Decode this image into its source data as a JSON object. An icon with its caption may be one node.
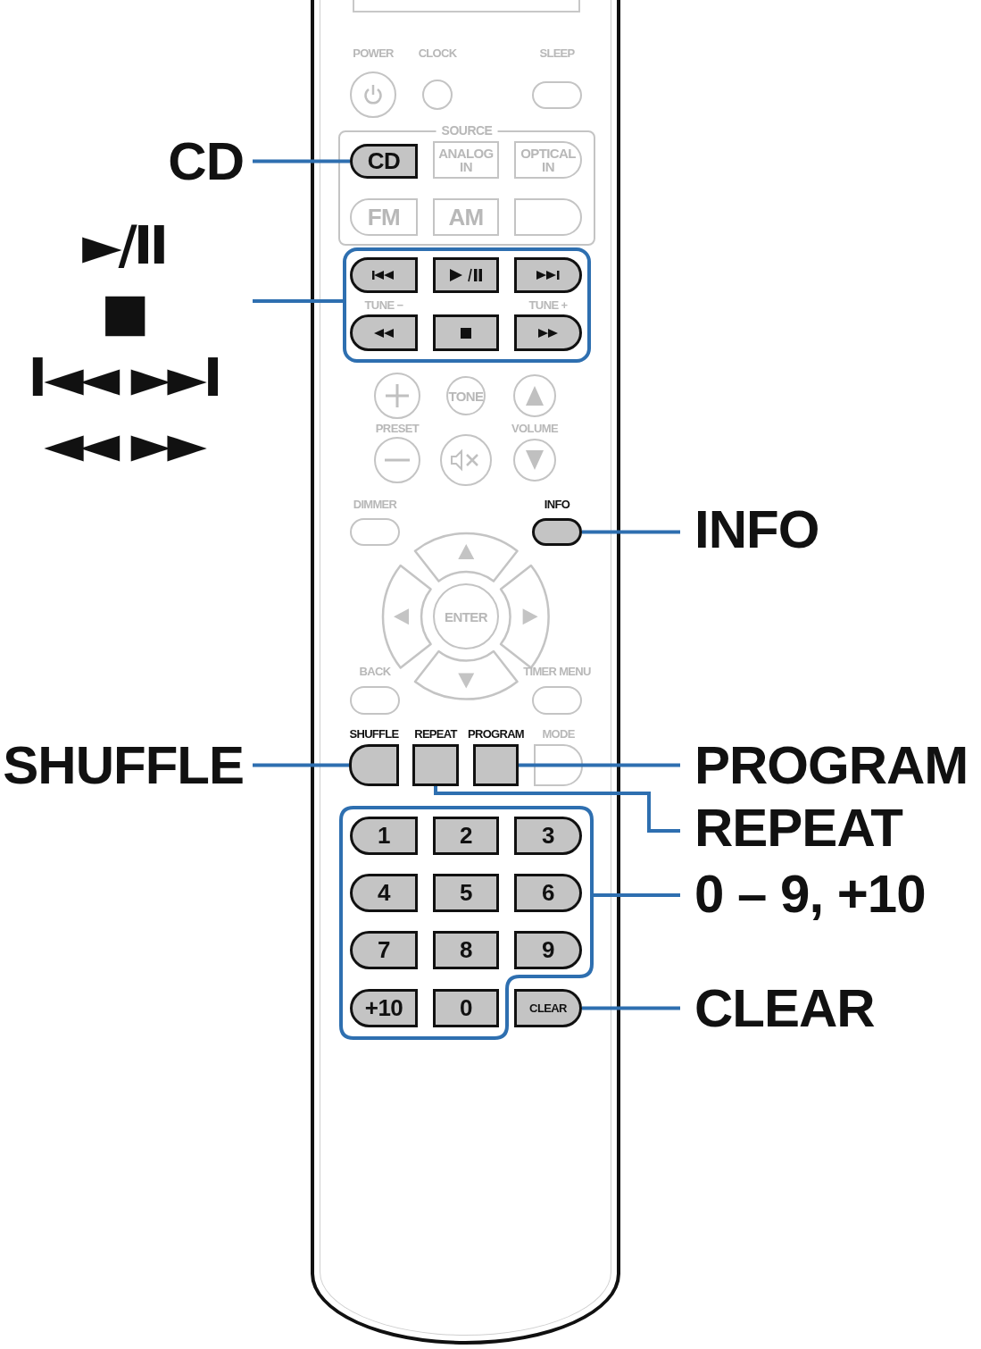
{
  "diagram": {
    "nodes": [
      {
        "text": [
          "CD"
        ]
      },
      {
        "text": [
          "►/II",
          "■",
          "I◄◄ ►►I",
          "◄◄ ►►"
        ]
      },
      {
        "text": [
          "INFO"
        ]
      },
      {
        "text": [
          "SHUFFLE"
        ]
      },
      {
        "text": [
          "PROGRAM"
        ]
      },
      {
        "text": [
          "REPEAT"
        ]
      },
      {
        "text": [
          "0 – 9, +10"
        ]
      },
      {
        "text": [
          "CLEAR"
        ]
      },
      {
        "text": [],
        "shape": "box"
      },
      {
        "text": [
          "POWER"
        ],
        "in": 8
      },
      {
        "text": [
          "CLOCK"
        ],
        "in": 8
      },
      {
        "text": [
          "SLEEP"
        ],
        "in": 8
      },
      {
        "text": [
          "SOURCE"
        ],
        "in": 8
      },
      {
        "text": [
          "CD"
        ],
        "in": 12
      },
      {
        "text": [
          "ANALOG IN"
        ],
        "in": 12
      },
      {
        "text": [
          "OPTICAL IN"
        ],
        "in": 12
      },
      {
        "text": [
          "FM"
        ],
        "in": 12
      },
      {
        "text": [
          "AM"
        ],
        "in": 12
      },
      {
        "text": [],
        "shape": "box",
        "in": 12
      },
      {
        "text": [],
        "shape": "box",
        "in": 8
      },
      {
        "text": [],
        "shape": "box",
        "in": 19
      },
      {
        "text": [],
        "shape": "box",
        "in": 19
      },
      {
        "text": [],
        "shape": "box",
        "in": 19
      },
      {
        "text": [],
        "shape": "box",
        "in": 19
      },
      {
        "text": [],
        "shape": "box",
        "in": 19
      },
      {
        "text": [],
        "shape": "box",
        "in": 19
      },
      {
        "text": [],
        "shape": "circle",
        "in": 8
      },
      {
        "text": [
          "TONE"
        ],
        "in": 8
      },
      {
        "text": [],
        "shape": "circle",
        "in": 8
      },
      {
        "text": [],
        "shape": "circle",
        "in": 8
      },
      {
        "text": [],
        "shape": "circle",
        "in": 8
      },
      {
        "text": [],
        "shape": "circle",
        "in": 8
      },
      {
        "text": [
          "DIMMER"
        ],
        "in": 8
      },
      {
        "text": [
          "INFO"
        ],
        "in": 8
      },
      {
        "text": [],
        "shape": "box",
        "in": 8
      },
      {
        "text": [],
        "shape": "box",
        "in": 8
      },
      {
        "text": [
          "ENTER"
        ],
        "in": 8
      },
      {
        "text": [],
        "shape": "box",
        "in": 8
      },
      {
        "text": [],
        "shape": "box",
        "in": 8
      },
      {
        "text": [
          "BACK"
        ],
        "in": 8
      },
      {
        "text": [
          "TIMER MENU"
        ],
        "in": 8
      },
      {
        "text": [
          "SHUFFLE"
        ],
        "in": 8
      },
      {
        "text": [
          "REPEAT"
        ],
        "in": 8
      },
      {
        "text": [
          "PROGRAM"
        ],
        "in": 8
      },
      {
        "text": [
          "MODE"
        ],
        "in": 8
      },
      {
        "text": [],
        "shape": "box",
        "in": 8
      },
      {
        "text": [
          "1"
        ],
        "in": 45
      },
      {
        "text": [
          "2"
        ],
        "in": 45
      },
      {
        "text": [
          "3"
        ],
        "in": 45
      },
      {
        "text": [
          "4"
        ],
        "in": 45
      },
      {
        "text": [
          "5"
        ],
        "in": 45
      },
      {
        "text": [
          "6"
        ],
        "in": 45
      },
      {
        "text": [
          "7"
        ],
        "in": 45
      },
      {
        "text": [
          "8"
        ],
        "in": 45
      },
      {
        "text": [
          "9"
        ],
        "in": 45
      },
      {
        "text": [
          "+10"
        ],
        "in": 45
      },
      {
        "text": [
          "0"
        ],
        "in": 45
      },
      {
        "text": [
          "CLEAR"
        ],
        "in": 8
      }
    ],
    "edges": [
      {
        "from": 0,
        "to": 13,
        "arrow": "none"
      },
      {
        "from": 1,
        "to": 19,
        "arrow": "none"
      },
      {
        "from": 2,
        "to": 33,
        "arrow": "none"
      },
      {
        "from": 3,
        "to": 41,
        "arrow": "none"
      },
      {
        "from": 4,
        "to": 43,
        "arrow": "none"
      },
      {
        "from": 5,
        "to": 42,
        "arrow": "none"
      },
      {
        "from": 6,
        "to": 45,
        "arrow": "none"
      },
      {
        "from": 7,
        "to": 57,
        "arrow": "none"
      }
    ],
    "labels": [
      "TUNE −",
      "TUNE +",
      "PRESET",
      "VOLUME"
    ]
  }
}
